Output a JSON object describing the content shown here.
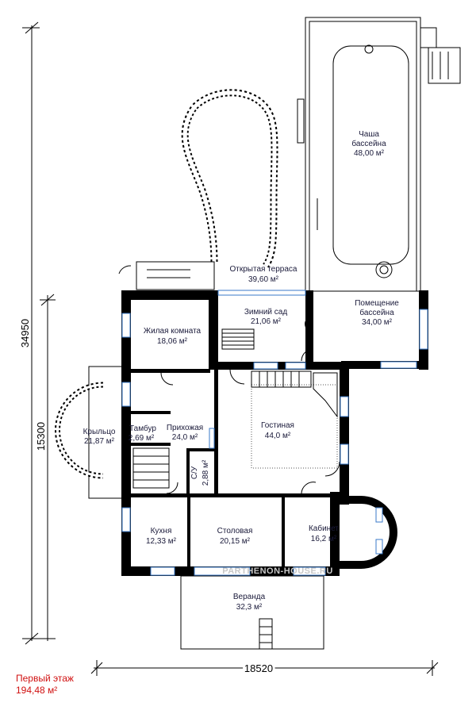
{
  "plan": {
    "dimensions": {
      "total_height": "34950",
      "lower_height": "15300",
      "width": "18520"
    },
    "rooms": {
      "bowl": {
        "name": "Чаша\nбассейна",
        "area": "48,00 м²"
      },
      "pool_room": {
        "name": "Помещение\nбассейна",
        "area": "34,00 м²"
      },
      "terrace": {
        "name": "Открытая терраса",
        "area": "39,60 м²"
      },
      "winter_garden": {
        "name": "Зимний сад",
        "area": "21,06 м²"
      },
      "living_room": {
        "name": "Жилая комната",
        "area": "18,06 м²"
      },
      "lounge": {
        "name": "Гостиная",
        "area": "44,0 м²"
      },
      "porch": {
        "name": "Крыльцо",
        "area": "21,87 м²"
      },
      "vestibule": {
        "name": "Тамбур",
        "area": "2,69 м²"
      },
      "hall": {
        "name": "Прихожая",
        "area": "24,0 м²"
      },
      "wc": {
        "name": "С/У",
        "area": "2,88 м²"
      },
      "kitchen": {
        "name": "Кухня",
        "area": "12,33 м²"
      },
      "dining": {
        "name": "Столовая",
        "area": "20,15 м²"
      },
      "study": {
        "name": "Кабинет",
        "area": "16,2 м²"
      },
      "veranda": {
        "name": "Веранда",
        "area": "32,3 м²"
      }
    },
    "watermark": "PARTHENON-HOUSE.RU",
    "floor_label": "Первый этаж",
    "floor_area": "194,48 м²"
  }
}
